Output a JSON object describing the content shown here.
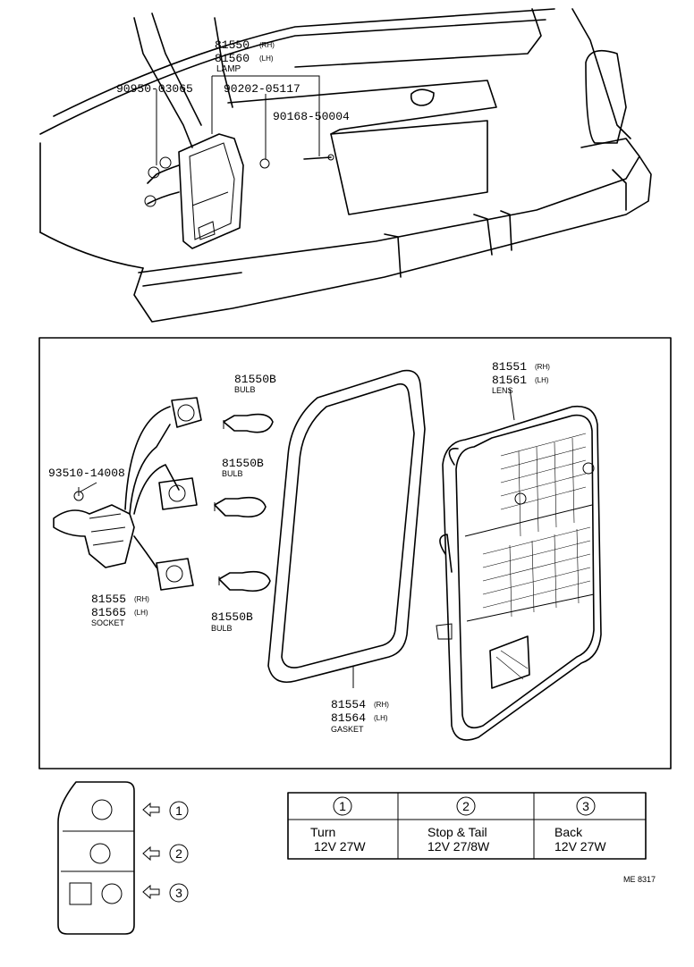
{
  "top_callouts": {
    "lamp_rh": "81550",
    "lamp_rh_side": "(RH)",
    "lamp_lh": "81560",
    "lamp_lh_side": "(LH)",
    "lamp_name": "LAMP",
    "screw_a": "90950-03065",
    "nut": "90202-05117",
    "screw_b": "90168-50004"
  },
  "parts": {
    "bulb_1": "81550B",
    "bulb_1_name": "BULB",
    "bulb_2": "81550B",
    "bulb_2_name": "BULB",
    "bulb_3": "81550B",
    "bulb_3_name": "BULB",
    "grommet": "93510-14008",
    "socket_rh": "81555",
    "socket_rh_side": "(RH)",
    "socket_lh": "81565",
    "socket_lh_side": "(LH)",
    "socket_name": "SOCKET",
    "gasket_rh": "81554",
    "gasket_rh_side": "(RH)",
    "gasket_lh": "81564",
    "gasket_lh_side": "(LH)",
    "gasket_name": "GASKET",
    "lens_rh": "81551",
    "lens_rh_side": "(RH)",
    "lens_lh": "81561",
    "lens_lh_side": "(LH)",
    "lens_name": "LENS"
  },
  "legend": {
    "markers": [
      "1",
      "2",
      "3"
    ],
    "columns": [
      {
        "num": "1",
        "function": "Turn",
        "spec": "12V 27W"
      },
      {
        "num": "2",
        "function": "Stop & Tail",
        "spec": "12V 27/8W"
      },
      {
        "num": "3",
        "function": "Back",
        "spec": "12V 27W"
      }
    ]
  },
  "figure_code": "ME 8317"
}
